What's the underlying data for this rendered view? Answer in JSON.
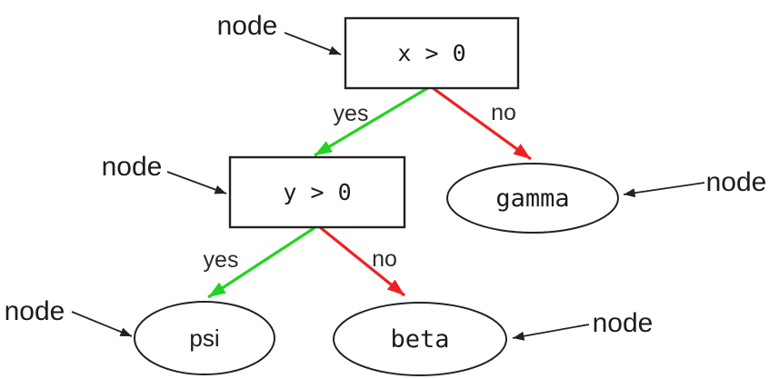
{
  "diagram": {
    "type": "decision-tree",
    "colors": {
      "yes_edge": "#22d322",
      "no_edge": "#ec2222",
      "outline": "#222222"
    },
    "nodes": [
      {
        "id": "root-condition",
        "shape": "box",
        "label": "x > 0"
      },
      {
        "id": "second-condition",
        "shape": "box",
        "label": "y > 0"
      },
      {
        "id": "leaf-gamma",
        "shape": "ellipse",
        "label": "gamma"
      },
      {
        "id": "leaf-psi",
        "shape": "ellipse",
        "label": "psi"
      },
      {
        "id": "leaf-beta",
        "shape": "ellipse",
        "label": "beta"
      }
    ],
    "edges": [
      {
        "from": "x > 0",
        "to": "y > 0",
        "label": "yes",
        "color": "#22d322"
      },
      {
        "from": "x > 0",
        "to": "gamma",
        "label": "no",
        "color": "#ec2222"
      },
      {
        "from": "y > 0",
        "to": "psi",
        "label": "yes",
        "color": "#22d322"
      },
      {
        "from": "y > 0",
        "to": "beta",
        "label": "no",
        "color": "#ec2222"
      }
    ],
    "annotations": [
      {
        "label": "node",
        "target": "x > 0"
      },
      {
        "label": "node",
        "target": "y > 0"
      },
      {
        "label": "node",
        "target": "gamma"
      },
      {
        "label": "node",
        "target": "psi"
      },
      {
        "label": "node",
        "target": "beta"
      }
    ]
  }
}
